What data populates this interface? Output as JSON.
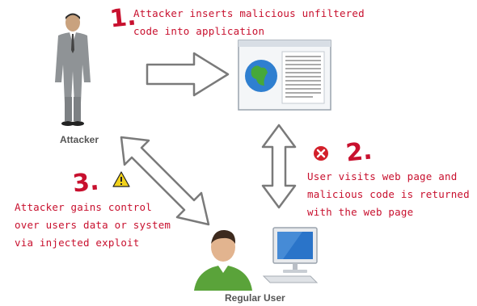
{
  "steps": [
    {
      "number": "1.",
      "text_lines": [
        "Attacker inserts malicious unfiltered",
        "code into application"
      ]
    },
    {
      "number": "2.",
      "text_lines": [
        "User visits web page and",
        "malicious code is returned",
        "with the web page"
      ]
    },
    {
      "number": "3.",
      "text_lines": [
        "Attacker gains control",
        "over users data or system",
        "via injected exploit"
      ]
    }
  ],
  "actors": {
    "attacker_label": "Attacker",
    "user_label": "Regular User"
  },
  "icons": {
    "error": "error-x-icon",
    "warning": "warning-triangle-icon"
  },
  "colors": {
    "accent_red": "#c8102e",
    "warning_yellow": "#f2d21b",
    "arrow_outline": "#7a7a7a"
  }
}
